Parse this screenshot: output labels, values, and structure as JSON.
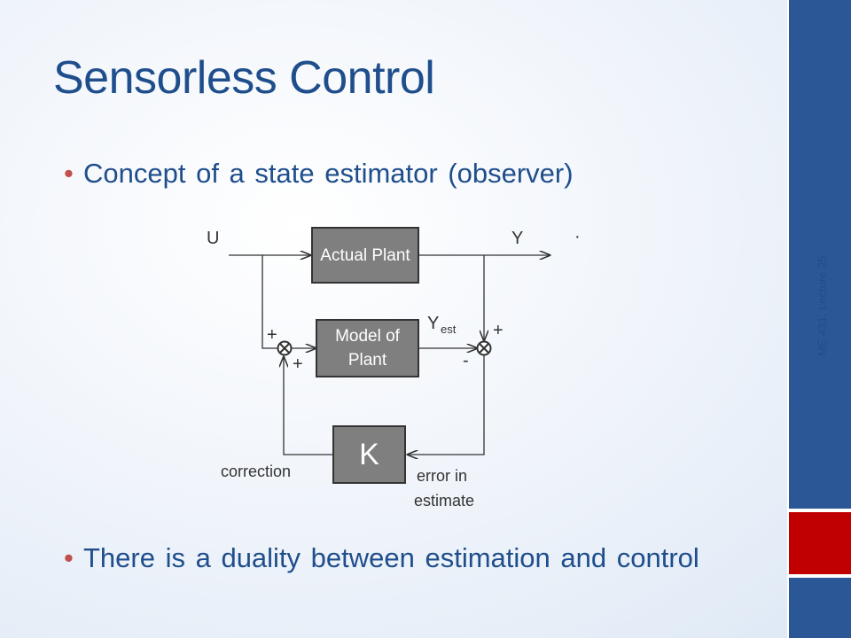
{
  "slide": {
    "title": "Sensorless Control",
    "bullets": [
      {
        "marker": "•",
        "text": "Concept of a state estimator (observer)"
      },
      {
        "marker": "•",
        "text": "There is a duality between estimation and control"
      }
    ],
    "footer": "ME 431, Lecture 25"
  },
  "diagram": {
    "blocks": {
      "actual_plant": "Actual Plant",
      "model_plant": "Model of Plant",
      "gain": "K"
    },
    "labels": {
      "input": "U",
      "output": "Y",
      "dot": "·",
      "y_est_main": "Y",
      "y_est_sub": "est",
      "plus_left_top": "+",
      "plus_left_bottom": "+",
      "plus_right_top": "+",
      "minus_right": "-",
      "correction": "correction",
      "error_line1": "error in",
      "error_line2": "estimate"
    }
  },
  "colors": {
    "title": "#1f4e8c",
    "bullet_marker": "#c0504d",
    "sidebar_blue": "#2b5797",
    "sidebar_red": "#c00000",
    "block_fill": "#7f7f7f"
  }
}
